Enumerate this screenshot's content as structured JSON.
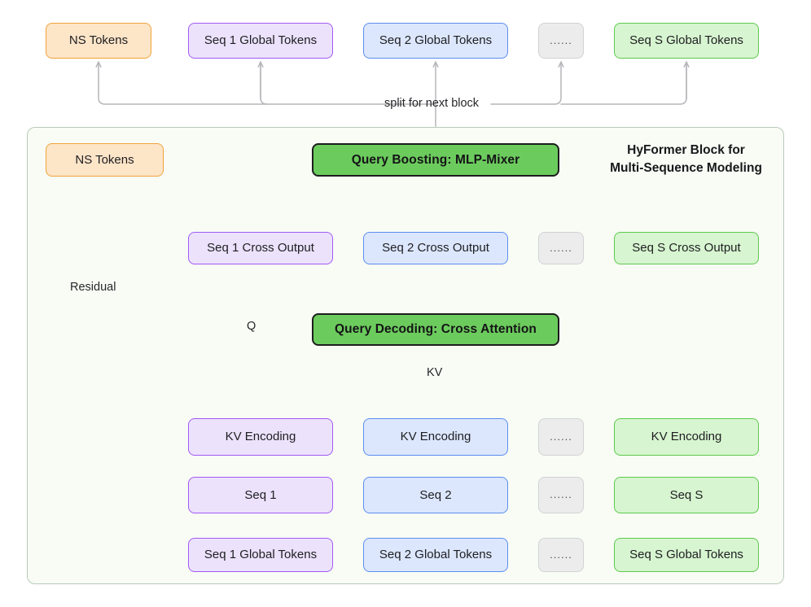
{
  "diagram": {
    "title": "HyFormer Block for Multi-Sequence Modeling",
    "title_line1": "HyFormer Block for",
    "title_line2": "Multi-Sequence Modeling",
    "colors": {
      "orange_fill": "#fde5c8",
      "orange_border": "#f0a33a",
      "purple_fill": "#ece2fb",
      "purple_border": "#a259f5",
      "blue_fill": "#dce7fd",
      "blue_border": "#5b8def",
      "grey_fill": "#ececed",
      "grey_border": "#d2d2d4",
      "green_fill": "#d7f5d0",
      "green_border": "#5ec94e",
      "solid_green_fill": "#6ccb5d",
      "solid_green_border": "#1d1d1f",
      "block_fill": "#f8fcf5",
      "block_border": "#b9cab8",
      "wire": "#b6b6ba"
    }
  },
  "output_row": {
    "ns_tokens": "NS Tokens",
    "seq1": "Seq 1 Global Tokens",
    "seq2": "Seq 2 Global Tokens",
    "ellipsis": "......",
    "seqS": "Seq S Global Tokens"
  },
  "edges": {
    "split_label": "split for next block",
    "residual_label": "Residual",
    "q_label": "Q",
    "kv_label": "KV"
  },
  "boosting": {
    "ns_tokens": "NS Tokens",
    "module": "Query Boosting:  MLP-Mixer"
  },
  "cross_output_row": {
    "seq1": "Seq 1 Cross Output",
    "seq2": "Seq 2 Cross Output",
    "ellipsis": "......",
    "seqS": "Seq S Cross Output"
  },
  "decoding": {
    "module": "Query Decoding: Cross Attention"
  },
  "kv_encoding_row": {
    "seq1": "KV Encoding",
    "seq2": "KV Encoding",
    "ellipsis": "......",
    "seqS": "KV Encoding"
  },
  "seq_row": {
    "seq1": "Seq 1",
    "seq2": "Seq 2",
    "ellipsis": "......",
    "seqS": "Seq S"
  },
  "global_tokens_row": {
    "seq1": "Seq 1 Global Tokens",
    "seq2": "Seq 2 Global Tokens",
    "ellipsis": "......",
    "seqS": "Seq S Global Tokens"
  }
}
